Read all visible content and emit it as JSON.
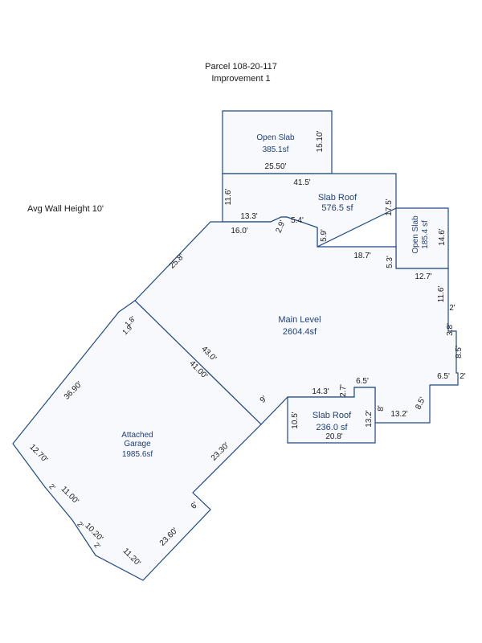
{
  "header": {
    "parcel": "Parcel 108-20-117",
    "improvement": "Improvement 1"
  },
  "note": "Avg Wall Height 10'",
  "areas": {
    "open_slab_top": {
      "name": "Open Slab",
      "size": "385.1sf"
    },
    "slab_roof_top": {
      "name": "Slab Roof",
      "size": "576.5 sf"
    },
    "open_slab_right": {
      "name": "Open Slab",
      "size": "185.4 sf"
    },
    "main_level": {
      "name": "Main Level",
      "size": "2604.4sf"
    },
    "garage": {
      "name1": "Attached",
      "name2": "Garage",
      "size": "1985.6sf"
    },
    "slab_roof_bottom": {
      "name": "Slab Roof",
      "size": "236.0 sf"
    }
  },
  "dims": {
    "d_15_10": "15.10'",
    "d_25_50": "25.50'",
    "d_41_5": "41.5'",
    "d_11_6": "11.6'",
    "d_17_5": "17.5'",
    "d_13_3": "13.3'",
    "d_5_4": "5.4'",
    "d_2_9": "2.9'",
    "d_16_0": "16.0'",
    "d_5_9": "5.9'",
    "d_18_7": "18.7'",
    "d_5_3": "5.3'",
    "d_14_6": "14.6'",
    "d_12_7": "12.7'",
    "d_11_6b": "11.6'",
    "d_2a": "2'",
    "d_3_8": "3.8'",
    "d_8_5a": "8.5'",
    "d_2b": "2'",
    "d_6_5a": "6.5'",
    "d_8_5b": "8.5'",
    "d_13_2a": "13.2'",
    "d_8": "8'",
    "d_6_5b": "6.5'",
    "d_2_7": "2.7'",
    "d_14_3": "14.3'",
    "d_10_5": "10.5'",
    "d_13_2b": "13.2'",
    "d_20_8": "20.8'",
    "d_25_8": "25.8'",
    "d_43_0": "43.0'",
    "d_41_00": "41.00'",
    "d_9": "9'",
    "d_1_8": "1.8'",
    "d_1_9": "1.9'",
    "d_36_90": "36.90'",
    "d_12_70": "12.70'",
    "d_2a_g": "2'",
    "d_11_00": "11.00'",
    "d_2b_g": "2'",
    "d_10_20": "10.20'",
    "d_2c_g": "2'",
    "d_11_20": "11.20'",
    "d_23_60": "23.60'",
    "d_6": "6'",
    "d_23_30": "23.30'"
  }
}
